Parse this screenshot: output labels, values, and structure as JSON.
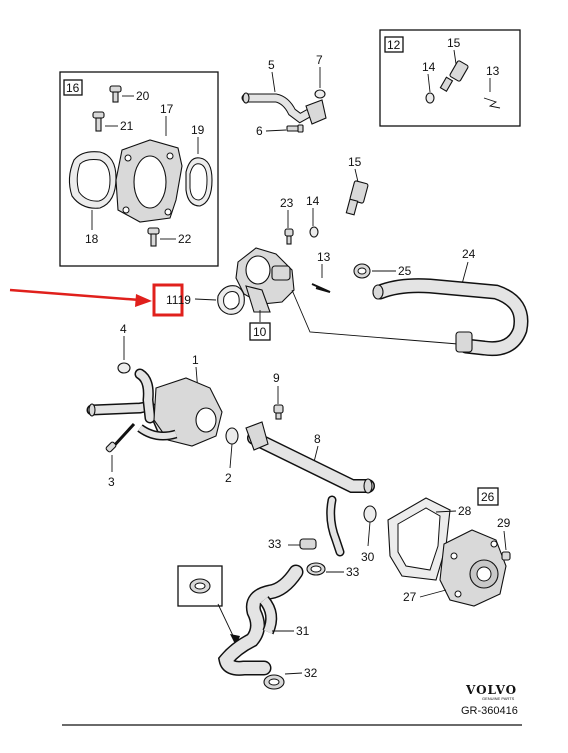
{
  "part_labels": {
    "p1": "1",
    "p2": "2",
    "p3": "3",
    "p4": "4",
    "p5": "5",
    "p6": "6",
    "p7": "7",
    "p8": "8",
    "p9": "9",
    "p10": "10",
    "p11_19": "1119",
    "p13_upper": "13",
    "p14_upper": "14",
    "p15_upper": "15",
    "p17": "17",
    "p18": "18",
    "p19": "19",
    "p20": "20",
    "p21": "21",
    "p22": "22",
    "p23": "23",
    "p24": "24",
    "p25": "25",
    "p27": "27",
    "p28": "28",
    "p29": "29",
    "p30": "30",
    "p31": "31",
    "p32": "32",
    "p33_left": "33",
    "p33_right": "33",
    "p12_box": "12",
    "p13_box": "13",
    "p14_box": "14",
    "p15_box": "15",
    "p16_box": "16",
    "p26_box": "26"
  },
  "brand": {
    "name": "VOLVO",
    "subtitle": "GENUINE PARTS",
    "reference": "GR-360416"
  },
  "highlight": {
    "box_color": "#e0201c",
    "arrow_color": "#e0201c"
  }
}
